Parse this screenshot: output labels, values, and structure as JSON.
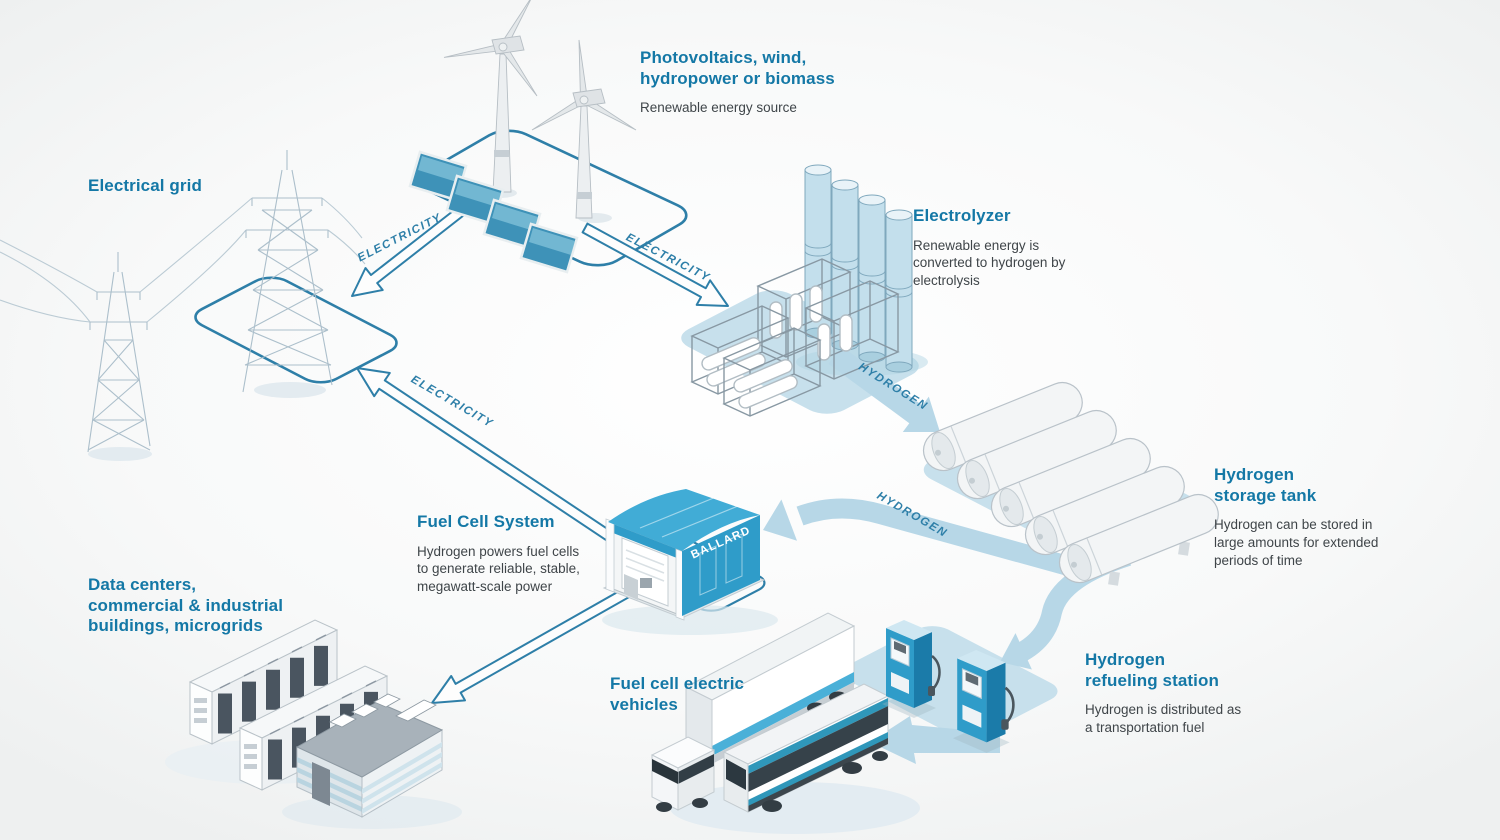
{
  "colors": {
    "accent": "#1478a6",
    "body-text": "#3f4549",
    "outline-blue": "#2e7fa8",
    "flow-fill": "#b7d7e7",
    "platform-fill": "#c7e0ec",
    "container-blue": "#2f9cc9",
    "panel-blue": "#3e92b8"
  },
  "nodes": {
    "renewables": {
      "title": "Photovoltaics, wind,\nhydropower or biomass",
      "desc": "Renewable energy source"
    },
    "grid": {
      "title": "Electrical grid"
    },
    "electrolyzer": {
      "title": "Electrolyzer",
      "desc": "Renewable energy is\nconverted to hydrogen by\nelectrolysis"
    },
    "storage": {
      "title": "Hydrogen\nstorage tank",
      "desc": "Hydrogen can be stored in\nlarge amounts for extended\nperiods of time"
    },
    "fuel_cell": {
      "title": "Fuel Cell System",
      "desc": "Hydrogen powers fuel cells\nto generate reliable, stable,\nmegawatt-scale power"
    },
    "data_centers": {
      "title": "Data centers,\ncommercial & industrial\nbuildings, microgrids"
    },
    "vehicles": {
      "title": "Fuel cell electric\nvehicles"
    },
    "refueling": {
      "title": "Hydrogen\nrefueling station",
      "desc": "Hydrogen is distributed as\na transportation fuel"
    }
  },
  "flows": {
    "electricity_to_grid": "ELECTRICITY",
    "electricity_to_electrolyzer": "ELECTRICITY",
    "electricity_fuel_cell_to_grid": "ELECTRICITY",
    "hydrogen_to_storage": "HYDROGEN",
    "hydrogen_to_fuel_cell": "HYDROGEN"
  },
  "brand": {
    "fuel_cell_logo": "BALLARD"
  },
  "illustrations": [
    "wind-turbines",
    "solar-panels",
    "transmission-towers",
    "electrolyzer-plant",
    "hydrogen-storage-tanks",
    "ballard-fuel-cell-container",
    "data-center-racks",
    "office-building",
    "hydrogen-dispensers",
    "semi-truck",
    "transit-bus"
  ]
}
